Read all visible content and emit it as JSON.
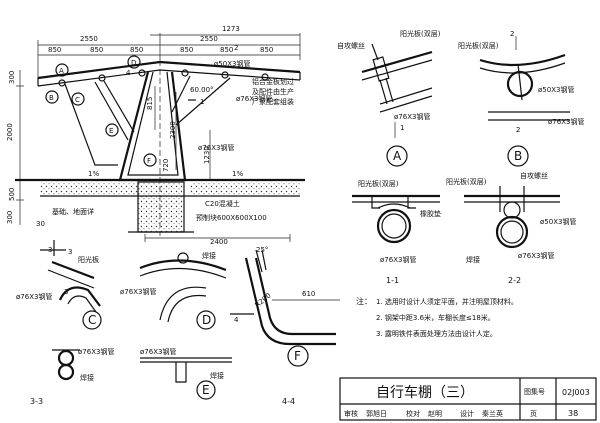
{
  "elevation": {
    "dims_top": [
      "2550",
      "2550",
      "1273",
      "850",
      "850",
      "850",
      "850",
      "850",
      "850"
    ],
    "dims_left": [
      "300",
      "2000",
      "500",
      "300"
    ],
    "dim_mid_vertical": [
      "815",
      "2300",
      "720",
      "1230"
    ],
    "dim_bottom": "2400",
    "angle": "60.00°",
    "slope_left": "1%",
    "slope_right": "1%",
    "pipe_top": "ø50X3钢管",
    "pipe_mid": "ø76X3钢管",
    "pipe_lower": "ø76X3钢管",
    "note_fittings": [
      "铝合金板划过",
      "及配件由生产",
      "厂家配套组装"
    ],
    "foundation_label": "C20混凝土",
    "embed_label": "预制块600X600X100",
    "floor_label": "基础、地面详",
    "floor_ref": "30",
    "callouts": [
      "A",
      "B",
      "C",
      "D",
      "E",
      "F"
    ],
    "section_mark_1": "1",
    "section_mark_2": "2",
    "section_mark_3": "3",
    "section_mark_4": "4"
  },
  "detailA": {
    "bolt": "自攻螺丝",
    "panel": "阳光板(双层)",
    "pipe": "ø76X3钢管",
    "mark": "A",
    "sec": "1"
  },
  "detailB": {
    "panel": "阳光板(双层)",
    "pipe_top": "ø50X3钢管",
    "pipe_bottom": "ø76X3钢管",
    "mark": "B",
    "sec": "2"
  },
  "section11": {
    "panel": "阳光板(双层)",
    "pad": "橡胶垫",
    "pipe": "ø76X3钢管",
    "title": "1-1"
  },
  "section22": {
    "panel": "阳光板(双层)",
    "bolt": "自攻螺丝",
    "pipe_top": "ø50X3钢管",
    "weld": "焊接",
    "pipe_bottom": "ø76X3钢管",
    "title": "2-2"
  },
  "detailC": {
    "mark_num": "3",
    "panel": "阳光板",
    "pipe": "ø76X3钢管",
    "mark": "C",
    "sec": "3"
  },
  "detailD": {
    "weld": "焊接",
    "pipe": "ø76X3钢管",
    "mark": "D"
  },
  "section33": {
    "pipe": "ø76X3钢管",
    "weld": "焊接",
    "title": "3-3"
  },
  "detailE": {
    "pipe": "ø76X3钢管",
    "weld": "焊接",
    "mark": "E"
  },
  "detail44": {
    "angle": "25°",
    "dim": "610",
    "radius": "R200",
    "sec": "4",
    "title": "4-4"
  },
  "detailF": {
    "mark": "F"
  },
  "notes": {
    "lead": "注：",
    "items": [
      "1. 选用时设计人须定平面，并注明屋顶材料。",
      "2. 钢架中距3.6米，车棚长度≤18米。",
      "3. 露明铁件表面处理方法由设计人定。"
    ]
  },
  "titleblock": {
    "title": "自行车棚（三）",
    "atlas_label": "图集号",
    "atlas_no": "02J003",
    "page_label": "页",
    "page_no": "38",
    "review": "审核",
    "check": "校对",
    "design": "设计",
    "signatures": [
      "郭旭日",
      "赵明",
      "秦兰英"
    ]
  }
}
